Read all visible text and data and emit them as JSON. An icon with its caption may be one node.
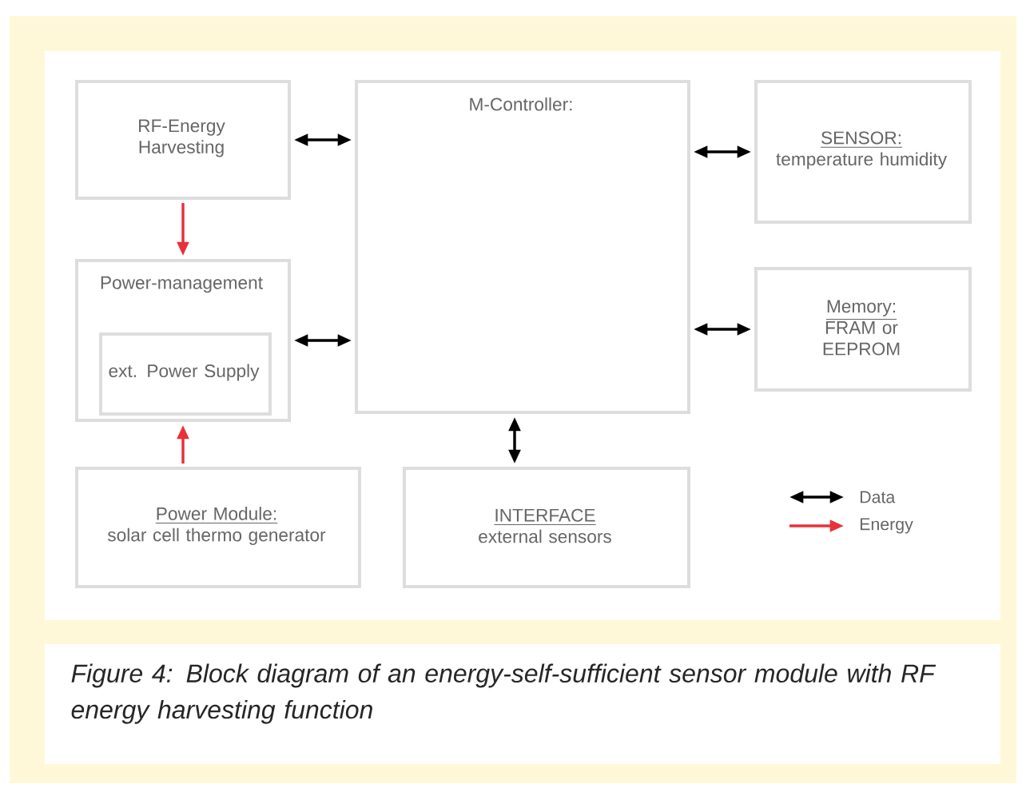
{
  "diagram": {
    "caption": "Figure 4: Block diagram of an energy-self-sufficient sensor module with RF energy harvesting function",
    "nodes": [
      {
        "text": [
          "RF-Energy Harvesting"
        ]
      },
      {
        "text": [
          "Power-management"
        ]
      },
      {
        "text": [
          "ext. Power Supply"
        ],
        "in": 1
      },
      {
        "text": [
          "M-Controller:"
        ]
      },
      {
        "text": [
          "SENSOR:",
          "temperature humidity"
        ]
      },
      {
        "text": [
          "Memory:",
          "FRAM or EEPROM"
        ]
      },
      {
        "text": [
          "Power Module:",
          "solar cell thermo generator"
        ]
      },
      {
        "text": [
          "INTERFACE",
          "external sensors"
        ]
      }
    ],
    "edges": [
      {
        "from": 0,
        "to": 1,
        "arrow": "to",
        "color": "#e8313a"
      },
      {
        "from": 0,
        "to": 3,
        "arrow": "both"
      },
      {
        "from": 1,
        "to": 3,
        "arrow": "both"
      },
      {
        "from": 3,
        "to": 4,
        "arrow": "both"
      },
      {
        "from": 3,
        "to": 5,
        "arrow": "both"
      },
      {
        "from": 3,
        "to": 7,
        "arrow": "both"
      },
      {
        "from": 6,
        "to": 1,
        "arrow": "to",
        "color": "#e8313a"
      }
    ],
    "legend": [
      {
        "text": "Data"
      },
      {
        "text": "Energy"
      }
    ]
  }
}
